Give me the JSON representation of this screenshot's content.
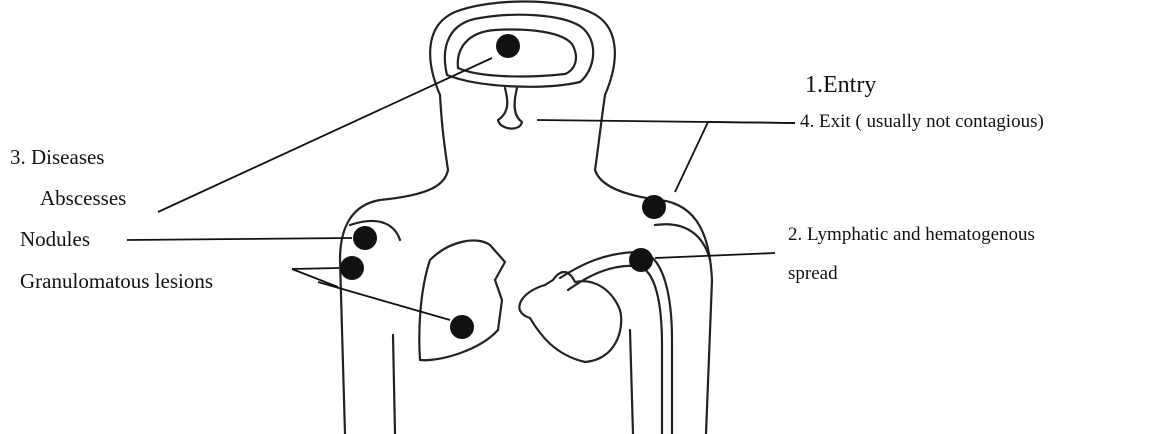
{
  "labels": {
    "entry": "1.Entry",
    "exit": "4. Exit ( usually not contagious)",
    "diseases": "3. Diseases",
    "abscesses": "Abscesses",
    "nodules": "Nodules",
    "granulomatous": "Granulomatous lesions",
    "spread_line1": "2. Lymphatic and hematogenous",
    "spread_line2": "spread"
  },
  "colors": {
    "ink": "#111111",
    "background": "#ffffff"
  }
}
